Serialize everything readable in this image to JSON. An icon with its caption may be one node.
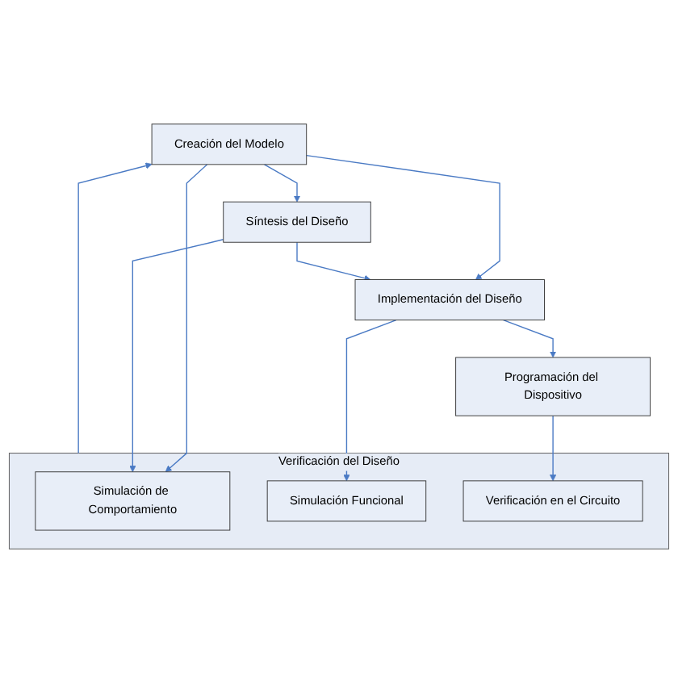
{
  "diagram": {
    "nodes": [
      {
        "text": [
          "Creación del Modelo"
        ]
      },
      {
        "text": [
          "Verificación del Diseño"
        ]
      },
      {
        "text": [
          "Simulación de Comportamiento"
        ],
        "in": 1
      },
      {
        "text": [
          "Síntesis del Diseño"
        ]
      },
      {
        "text": [
          "Implementación del Diseño"
        ]
      },
      {
        "text": [
          "Simulación Funcional"
        ],
        "in": 1
      },
      {
        "text": [
          "Programación del Dispositivo"
        ]
      },
      {
        "text": [
          "Verificación en el Circuito"
        ],
        "in": 1
      }
    ],
    "edges": [
      {
        "from": 1,
        "to": 0,
        "arrow": "to"
      },
      {
        "from": 0,
        "to": 2,
        "arrow": "to"
      },
      {
        "from": 0,
        "to": 3,
        "arrow": "to"
      },
      {
        "from": 0,
        "to": 4,
        "arrow": "to"
      },
      {
        "from": 3,
        "to": 2,
        "arrow": "to"
      },
      {
        "from": 3,
        "to": 4,
        "arrow": "to"
      },
      {
        "from": 4,
        "to": 5,
        "arrow": "to"
      },
      {
        "from": 4,
        "to": 6,
        "arrow": "to"
      },
      {
        "from": 6,
        "to": 7,
        "arrow": "to"
      }
    ]
  }
}
